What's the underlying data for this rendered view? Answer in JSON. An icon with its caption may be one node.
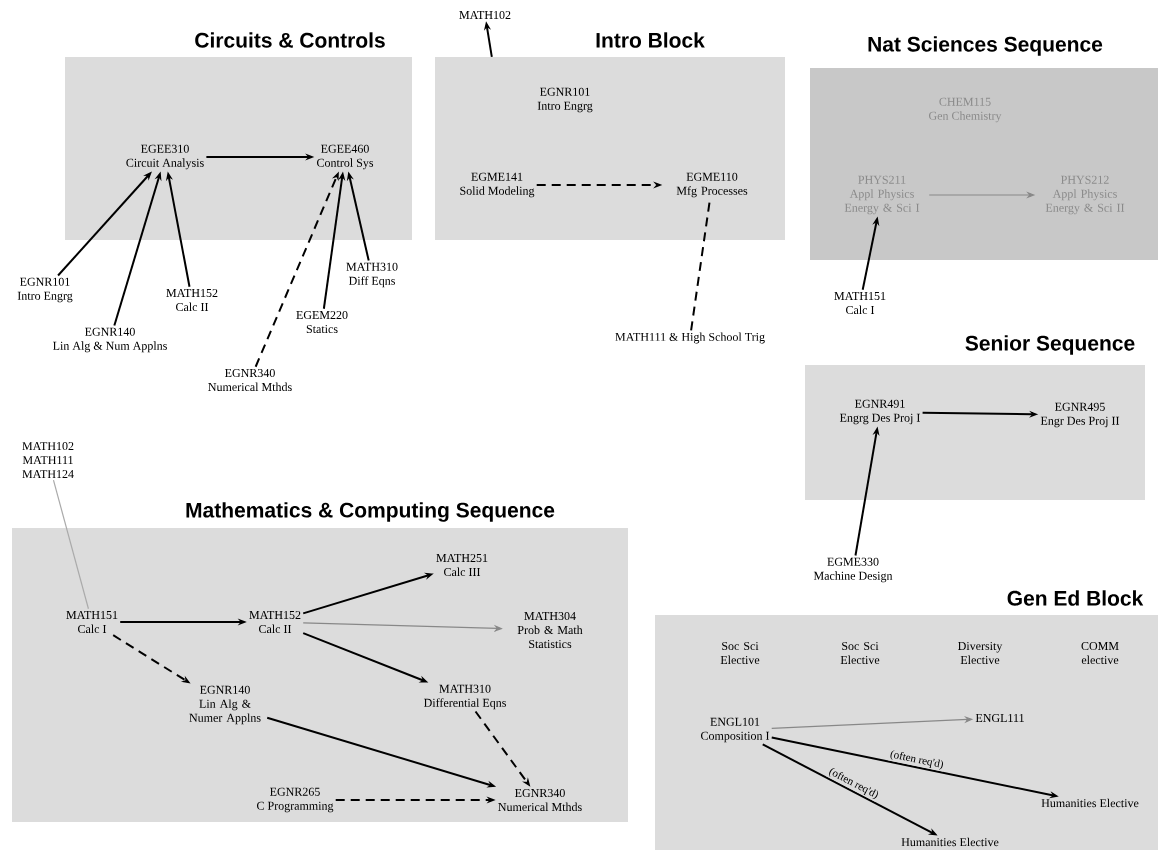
{
  "diagram": {
    "nodes": [
      {
        "text": [
          "Circuits & Controls"
        ]
      },
      {
        "text": [
          "EGEE310",
          "Circuit Analysis"
        ],
        "in": 0
      },
      {
        "text": [
          "EGEE460",
          "Control Sys"
        ],
        "in": 0
      },
      {
        "text": [
          "EGNR101",
          "Intro Engrg"
        ]
      },
      {
        "text": [
          "MATH152",
          "Calc II"
        ]
      },
      {
        "text": [
          "MATH310",
          "Diff Eqns"
        ]
      },
      {
        "text": [
          "EGNR140",
          "Lin Alg & Num Applns"
        ]
      },
      {
        "text": [
          "EGEM220",
          "Statics"
        ]
      },
      {
        "text": [
          "EGNR340",
          "Numerical Mthds"
        ]
      },
      {
        "text": [
          "Intro Block"
        ]
      },
      {
        "text": [
          "EGNR101",
          "Intro Engrg"
        ],
        "in": 9
      },
      {
        "text": [
          "EGME141",
          "Solid Modeling"
        ],
        "in": 9
      },
      {
        "text": [
          "EGME110 Mfg Processes"
        ],
        "in": 9
      },
      {
        "text": [
          "MATH102"
        ]
      },
      {
        "text": [
          "MATH111 & High School Trig"
        ]
      },
      {
        "text": [
          "Nat Sciences Sequence"
        ]
      },
      {
        "text": [
          "CHEM115",
          "Gen Chemistry"
        ],
        "in": 15
      },
      {
        "text": [
          "PHYS211",
          "Appl Physics Energy & Sci I"
        ],
        "in": 15
      },
      {
        "text": [
          "PHYS212",
          "Appl Physics Energy & Sci II"
        ],
        "in": 15
      },
      {
        "text": [
          "MATH151",
          "Calc I"
        ]
      },
      {
        "text": [
          "Senior Sequence"
        ]
      },
      {
        "text": [
          "EGNR491",
          "Engrg Des Proj I"
        ],
        "in": 20
      },
      {
        "text": [
          "EGNR495",
          "Engr Des Proj II"
        ],
        "in": 20
      },
      {
        "text": [
          "EGME330",
          "Machine Design"
        ]
      },
      {
        "text": [
          "Gen Ed Block"
        ]
      },
      {
        "text": [
          "Soc Sci Elective"
        ],
        "in": 24
      },
      {
        "text": [
          "Soc Sci Elective"
        ],
        "in": 24
      },
      {
        "text": [
          "Diversity Elective"
        ],
        "in": 24
      },
      {
        "text": [
          "COMM elective"
        ],
        "in": 24
      },
      {
        "text": [
          "ENGL101",
          "Composition I"
        ],
        "in": 24
      },
      {
        "text": [
          "ENGL111"
        ],
        "in": 24
      },
      {
        "text": [
          "Humanities Elective"
        ],
        "in": 24
      },
      {
        "text": [
          "Humanities Elective"
        ],
        "in": 24
      },
      {
        "text": [
          "Mathematics & Computing Sequence"
        ]
      },
      {
        "text": [
          "MATH151",
          "Calc I"
        ],
        "in": 33
      },
      {
        "text": [
          "MATH152",
          "Calc II"
        ],
        "in": 33
      },
      {
        "text": [
          "MATH251",
          "Calc III"
        ],
        "in": 33
      },
      {
        "text": [
          "MATH304",
          "Prob & Math Statistics"
        ],
        "in": 33
      },
      {
        "text": [
          "EGNR140",
          "Lin Alg & Numer Applns"
        ],
        "in": 33
      },
      {
        "text": [
          "MATH310",
          "Differential Eqns"
        ],
        "in": 33
      },
      {
        "text": [
          "EGNR265",
          "C Programming"
        ],
        "in": 33
      },
      {
        "text": [
          "EGNR340",
          "Numerical Mthds"
        ],
        "in": 33
      },
      {
        "text": [
          "MATH102 MATH111 MATH124"
        ]
      }
    ],
    "edges": [
      {
        "from": 3,
        "to": 1,
        "arrow": "to"
      },
      {
        "from": 6,
        "to": 1,
        "arrow": "to"
      },
      {
        "from": 4,
        "to": 1,
        "arrow": "to"
      },
      {
        "from": 1,
        "to": 2,
        "arrow": "to"
      },
      {
        "from": 8,
        "to": 2,
        "arrow": "to",
        "style": "dashed"
      },
      {
        "from": 7,
        "to": 2,
        "arrow": "to"
      },
      {
        "from": 5,
        "to": 2,
        "arrow": "to"
      },
      {
        "from": 11,
        "to": 12,
        "arrow": "to",
        "style": "dashed"
      },
      {
        "from": 9,
        "to": 13,
        "arrow": "to"
      },
      {
        "from": 14,
        "to": 12,
        "arrow": "none",
        "style": "dashed"
      },
      {
        "from": 17,
        "to": 18,
        "arrow": "to",
        "color": "#888888"
      },
      {
        "from": 19,
        "to": 17,
        "arrow": "to"
      },
      {
        "from": 21,
        "to": 22,
        "arrow": "to"
      },
      {
        "from": 23,
        "to": 21,
        "arrow": "to"
      },
      {
        "from": 29,
        "to": 30,
        "arrow": "to",
        "color": "#888888"
      },
      {
        "from": 29,
        "to": 31,
        "arrow": "to",
        "label": "(often req'd)"
      },
      {
        "from": 29,
        "to": 32,
        "arrow": "to",
        "label": "(often req'd)"
      },
      {
        "from": 34,
        "to": 35,
        "arrow": "to"
      },
      {
        "from": 34,
        "to": 38,
        "arrow": "to",
        "style": "dashed"
      },
      {
        "from": 35,
        "to": 36,
        "arrow": "to"
      },
      {
        "from": 35,
        "to": 37,
        "arrow": "to",
        "color": "#888888"
      },
      {
        "from": 35,
        "to": 39,
        "arrow": "to"
      },
      {
        "from": 38,
        "to": 41,
        "arrow": "to"
      },
      {
        "from": 39,
        "to": 41,
        "arrow": "to",
        "style": "dashed"
      },
      {
        "from": 40,
        "to": 41,
        "arrow": "to",
        "style": "dashed"
      },
      {
        "from": 42,
        "to": 34,
        "arrow": "none",
        "color": "#aaaaaa"
      }
    ]
  }
}
